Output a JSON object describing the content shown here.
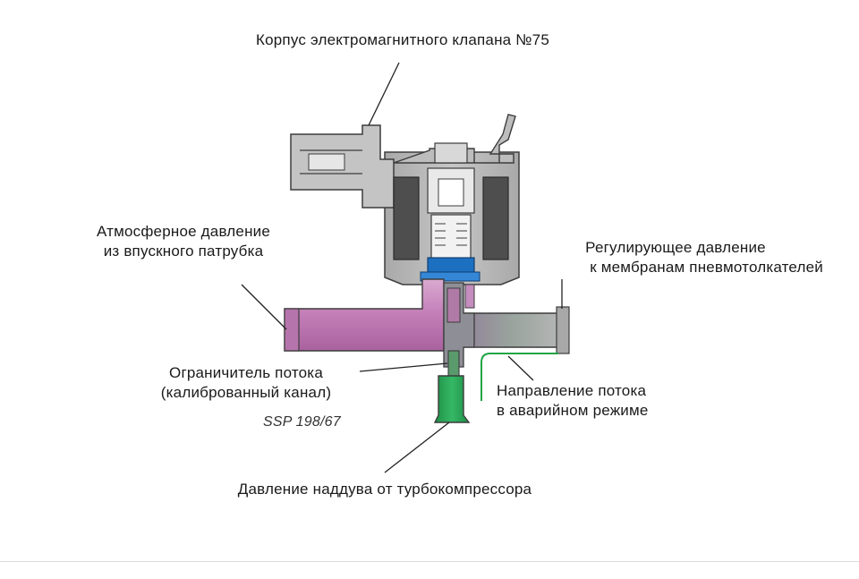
{
  "labels": {
    "housing": "Корпус электромагнитного клапана №75",
    "atmospheric_line1": "Атмосферное давление",
    "atmospheric_line2": "из впускного патрубка",
    "regulating_line1": "Регулирующее давление",
    "regulating_line2": "к мембранам пневмотолкателей",
    "restrictor_line1": "Ограничитель потока",
    "restrictor_line2": "(калиброванный канал)",
    "emergency_line1": "Направление потока",
    "emergency_line2": "в аварийном режиме",
    "boost": "Давление наддува от турбокомпрессора",
    "code": "SSP 198/67"
  },
  "colors": {
    "body_gray": "#b9b9b9",
    "outline": "#3c3c3c",
    "coil_dark": "#4e4e4e",
    "atmospheric_pink": "#c98ec0",
    "boost_green": "#2fae5c",
    "valve_blue": "#1d6fc0",
    "emergency_arrow": "#22a447"
  }
}
